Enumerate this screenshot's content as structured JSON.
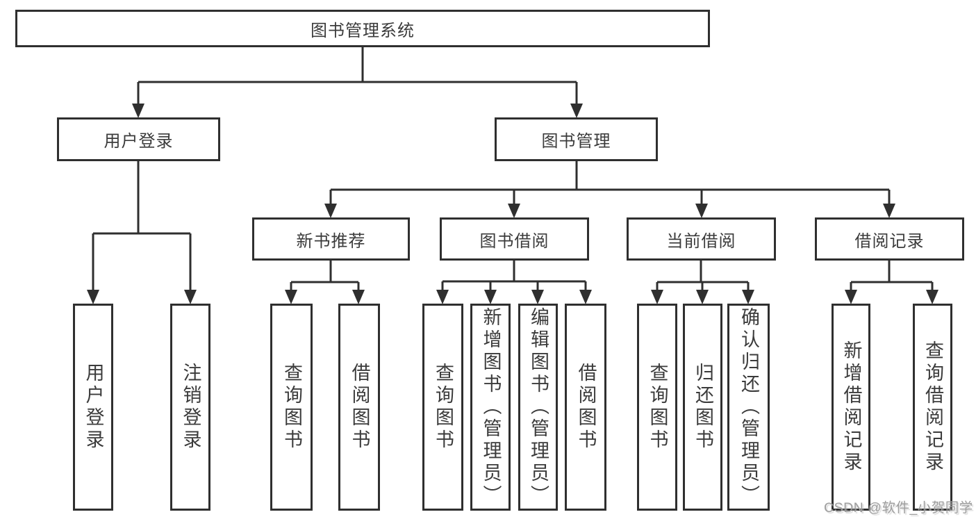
{
  "diagram": {
    "root": {
      "label": "图书管理系统"
    },
    "branches": [
      {
        "label": "用户登录",
        "children": [
          {
            "label": "用户登录"
          },
          {
            "label": "注销登录"
          }
        ]
      },
      {
        "label": "图书管理",
        "children": [
          {
            "label": "新书推荐",
            "children": [
              {
                "label": "查询图书"
              },
              {
                "label": "借阅图书"
              }
            ]
          },
          {
            "label": "图书借阅",
            "children": [
              {
                "label": "查询图书"
              },
              {
                "label": "新增图书（管理员）"
              },
              {
                "label": "编辑图书（管理员）"
              },
              {
                "label": "借阅图书"
              }
            ]
          },
          {
            "label": "当前借阅",
            "children": [
              {
                "label": "查询图书"
              },
              {
                "label": "归还图书"
              },
              {
                "label": "确认归还（管理员）"
              }
            ]
          },
          {
            "label": "借阅记录",
            "children": [
              {
                "label": "新增借阅记录"
              },
              {
                "label": "查询借阅记录"
              }
            ]
          }
        ]
      }
    ],
    "watermark": "CSDN @软件_小贺同学",
    "colors": {
      "line": "#2f2f2f",
      "text": "#3b3b3b",
      "watermark": "#9e9e9e",
      "background": "#ffffff"
    }
  }
}
